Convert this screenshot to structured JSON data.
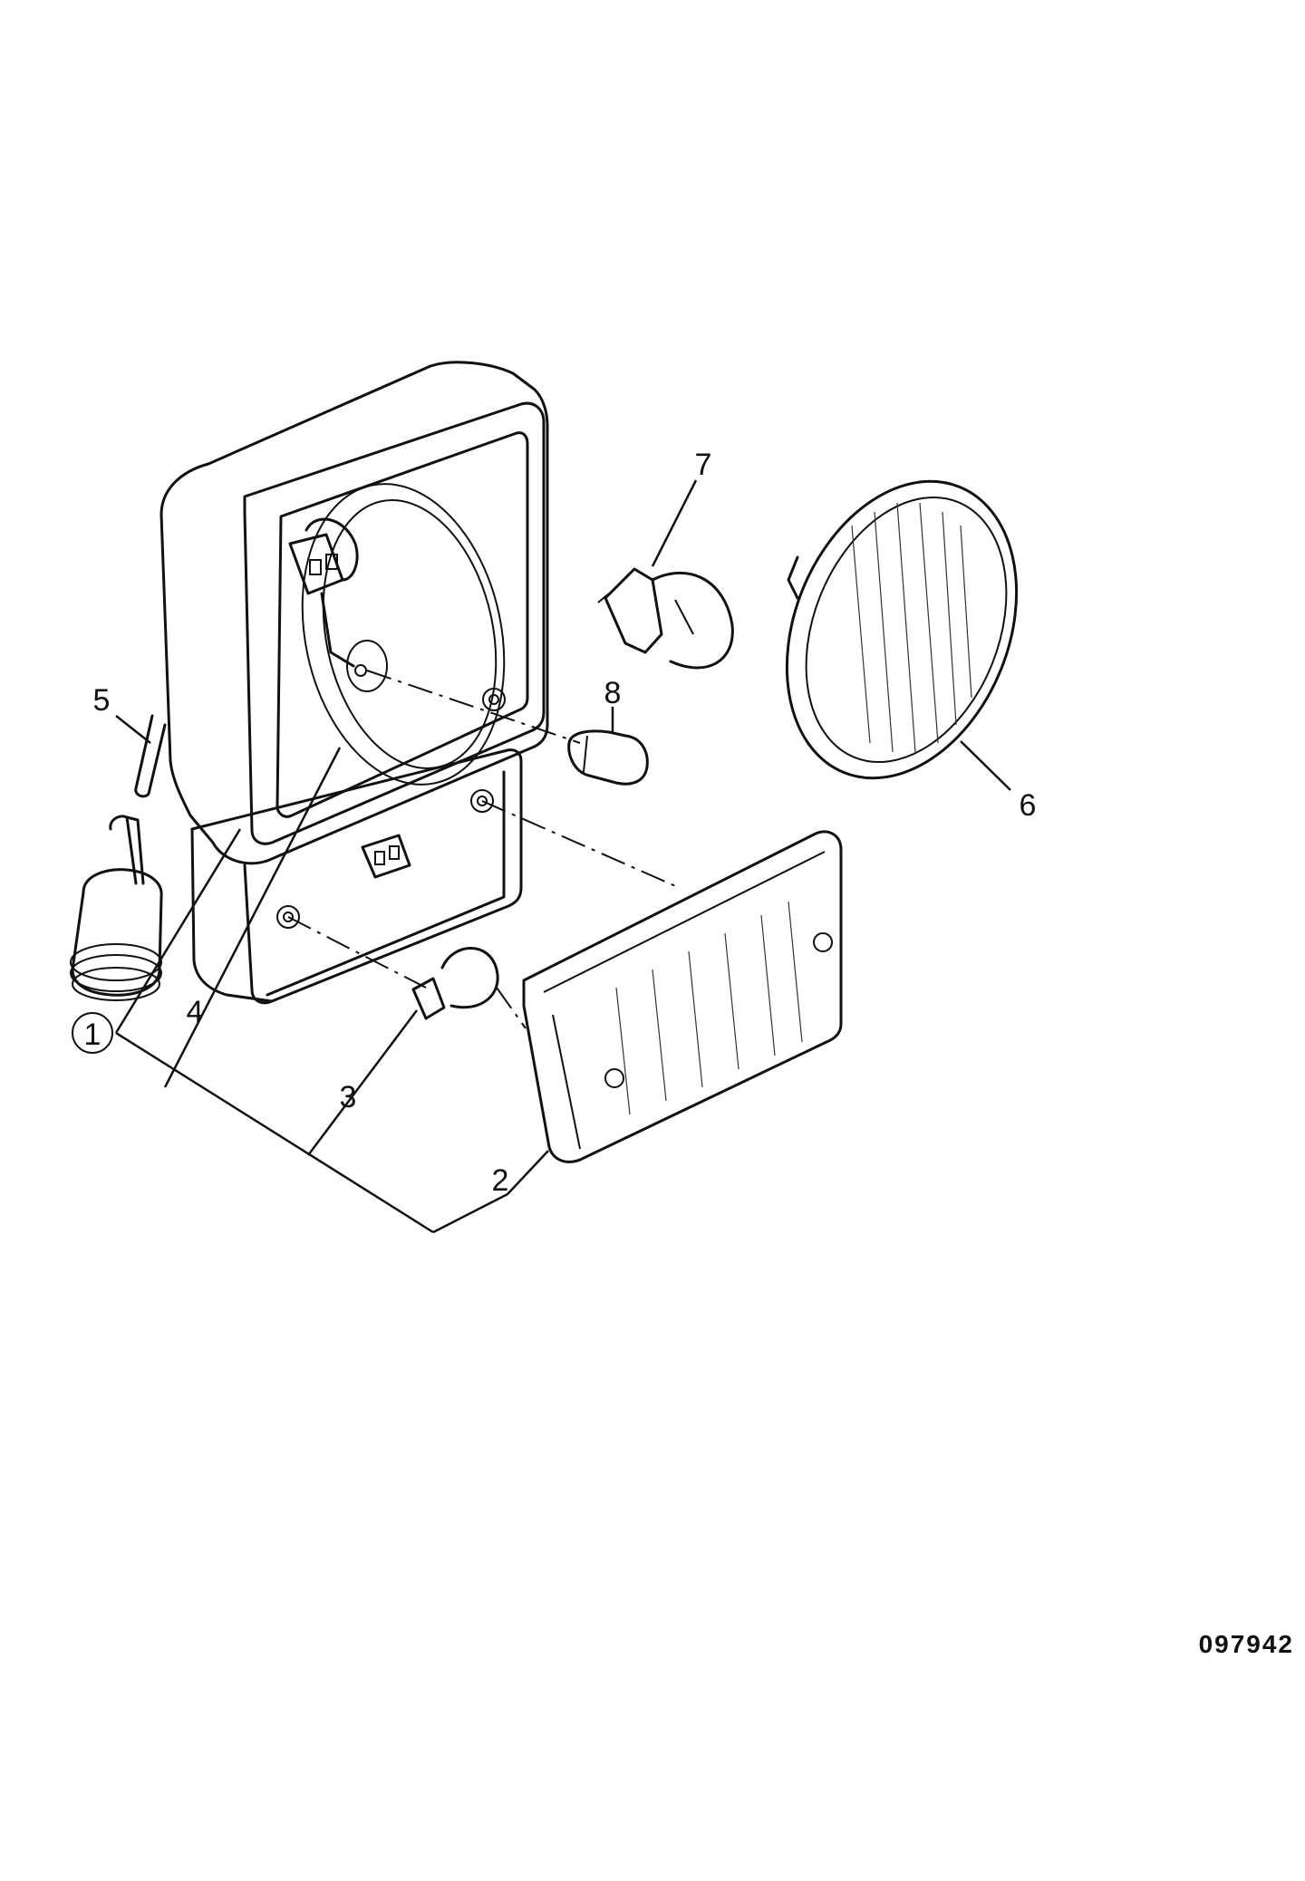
{
  "diagram": {
    "callouts": {
      "c1": "1",
      "c2": "2",
      "c3": "3",
      "c4": "4",
      "c5": "5",
      "c6": "6",
      "c7": "7",
      "c8": "8"
    },
    "drawing_code": "097942"
  }
}
